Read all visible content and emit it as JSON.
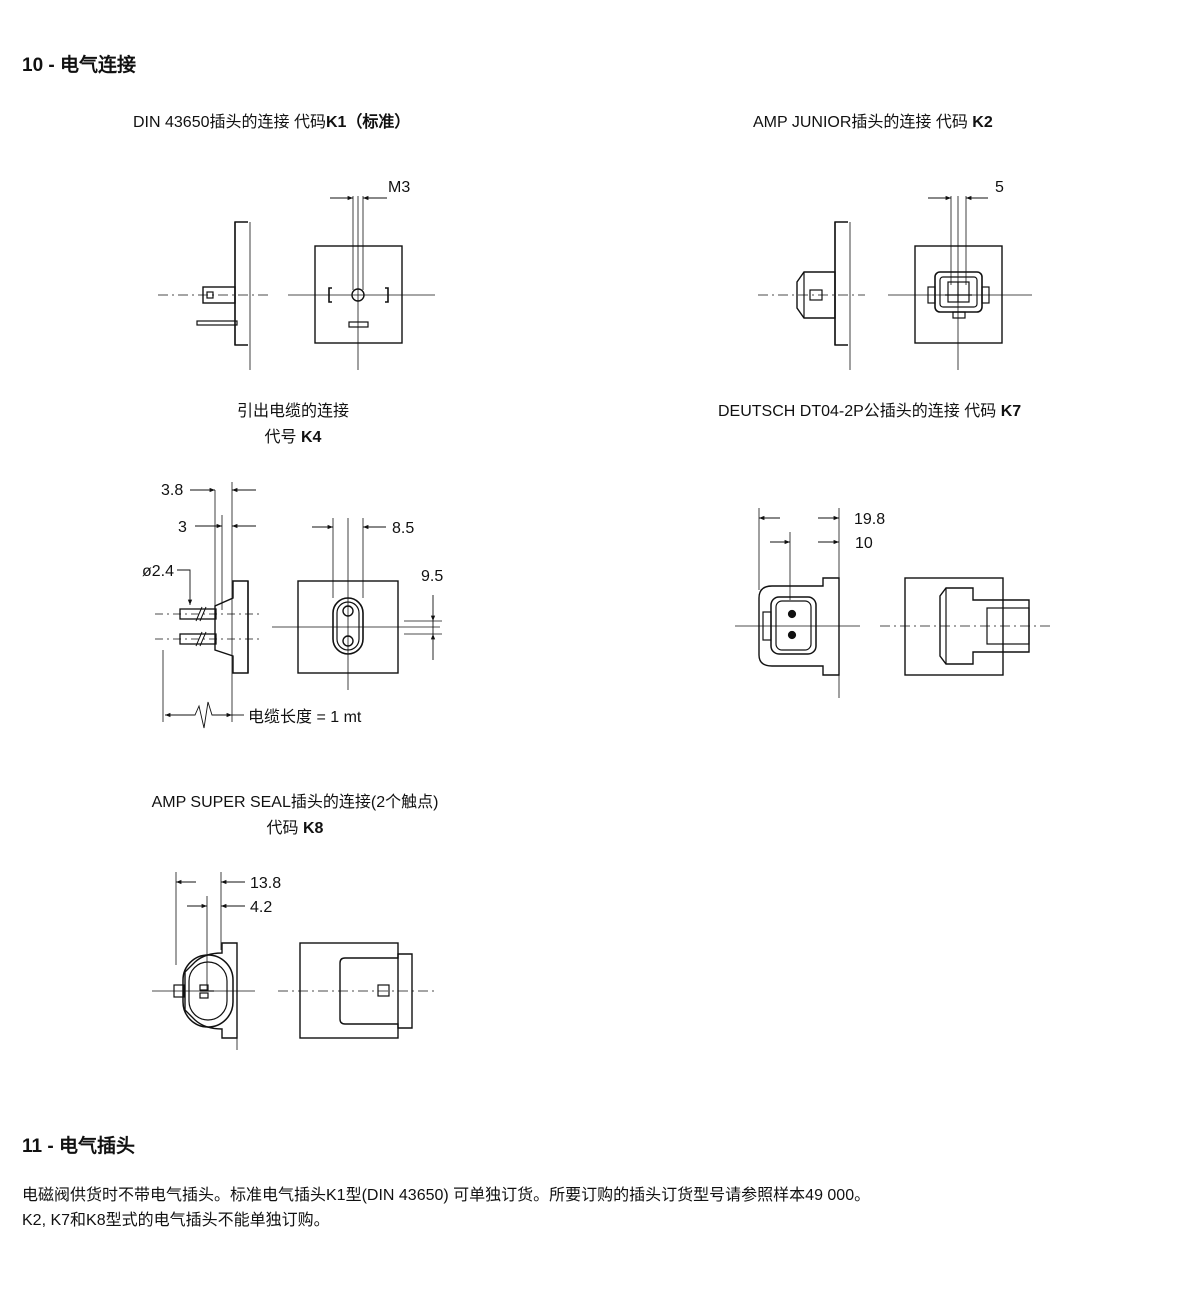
{
  "section10": {
    "number": "10 -",
    "title": "电气连接",
    "k1": {
      "caption": "DIN 43650插头的连接  代码",
      "code": "K1",
      "suffix": "（标准）",
      "dim": "M3"
    },
    "k2": {
      "caption": "AMP JUNIOR插头的连接  代码 ",
      "code": "K2",
      "dim": "5"
    },
    "k4": {
      "line1": "引出电缆的连接",
      "line2": "代号 ",
      "code": "K4",
      "dims": {
        "d1": "3.8",
        "d2": "3",
        "d3": "ø2.4",
        "d4": "8.5",
        "d5": "9.5"
      },
      "cable": "电缆长度 = 1 mt"
    },
    "k7": {
      "caption": "DEUTSCH DT04-2P公插头的连接  代码 ",
      "code": "K7",
      "dims": {
        "d1": "19.8",
        "d2": "10"
      }
    },
    "k8": {
      "line1": "AMP SUPER SEAL插头的连接(2个触点)",
      "line2": "代码 ",
      "code": "K8",
      "dims": {
        "d1": "13.8",
        "d2": "4.2"
      }
    }
  },
  "section11": {
    "number": "11 -",
    "title": "电气插头",
    "para1": "电磁阀供货时不带电气插头。标准电气插头K1型(DIN 43650) 可单独订货。所要订购的插头订货型号请参照样本49 000。",
    "para2": "K2, K7和K8型式的电气插头不能单独订购。"
  }
}
